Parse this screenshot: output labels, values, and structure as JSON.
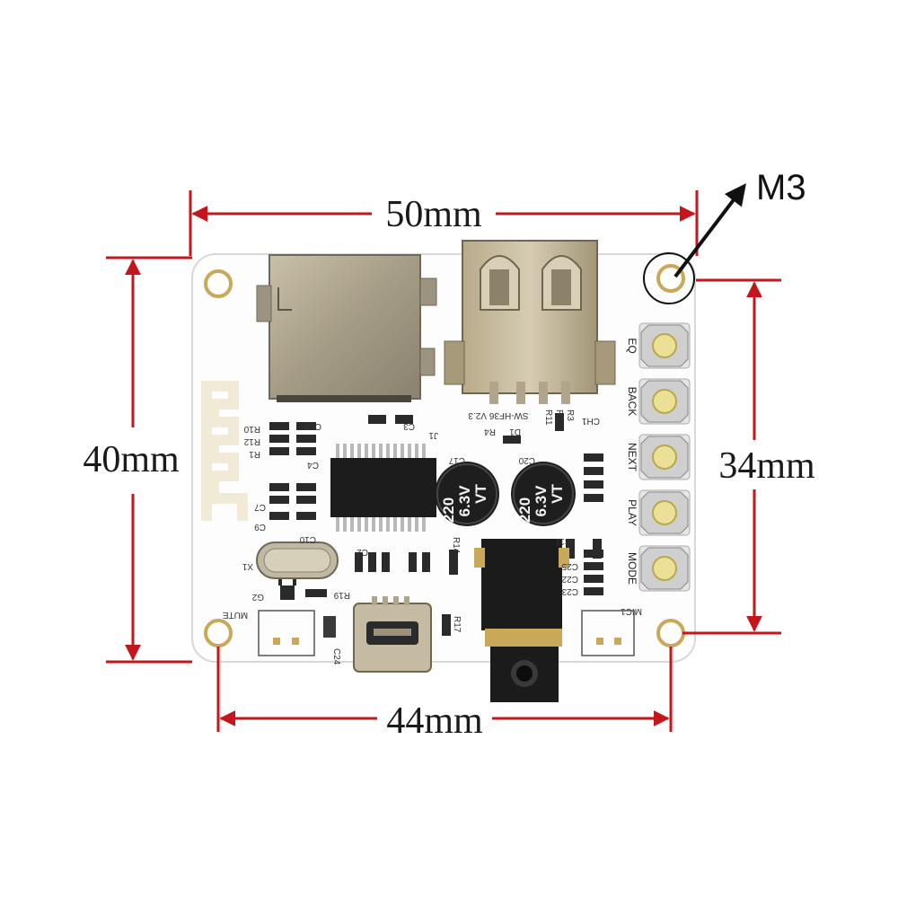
{
  "dimensions": {
    "width_label": "50mm",
    "height_label": "40mm",
    "hole_v_label": "34mm",
    "hole_h_label": "44mm",
    "mount_label": "M3",
    "line_color": "#c4161c"
  },
  "board": {
    "color": "#ffffff",
    "buttons": [
      "EQ",
      "BACK",
      "NEXT",
      "PLAY",
      "MODE"
    ],
    "capacitor_labels": {
      "left": [
        "220",
        "6.3V",
        "VT"
      ],
      "right": [
        "220",
        "6.3V",
        "VT"
      ]
    },
    "silkscreen": {
      "sw_label": "SW-HF36 V2.3",
      "mute": "MUTE",
      "mic": "MIC1",
      "refs": [
        "R10",
        "R12",
        "R1",
        "C19",
        "C4",
        "C3",
        "J1",
        "D1",
        "R4",
        "R11",
        "R2",
        "R3",
        "CH1",
        "C17",
        "C20",
        "C7",
        "C9",
        "C10",
        "X1",
        "G2",
        "R19",
        "C24",
        "R14",
        "R17",
        "C22",
        "C23",
        "C25",
        "C11",
        "C2"
      ]
    }
  }
}
